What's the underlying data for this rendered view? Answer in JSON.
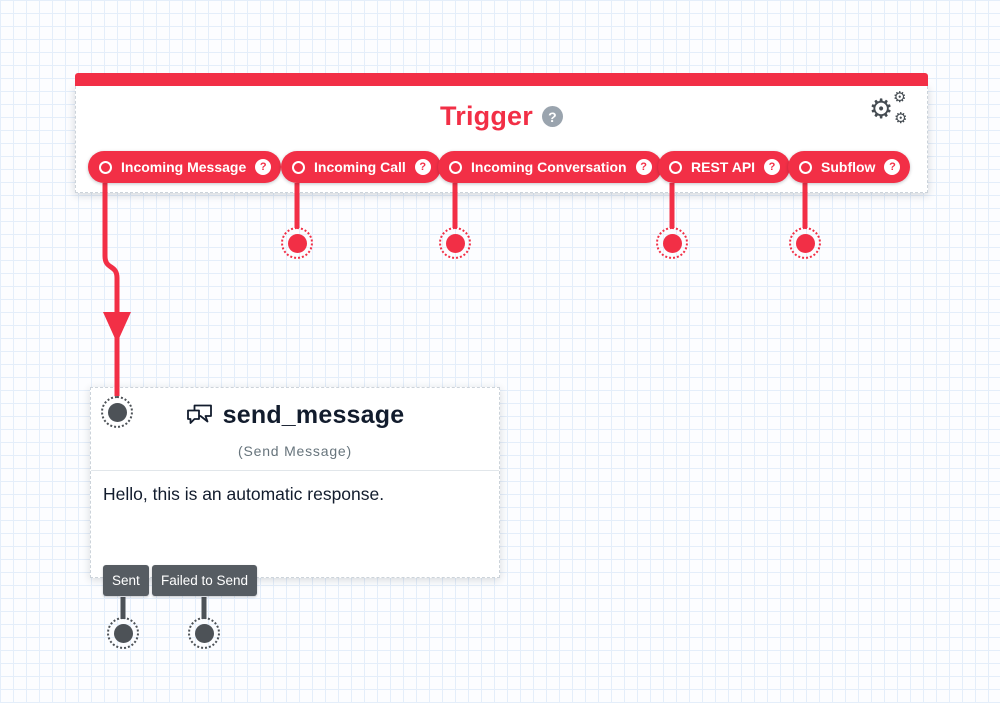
{
  "app": {
    "description": "visual flow builder canvas with Trigger widget and send_message widget"
  },
  "colors": {
    "brand_red": "#F22F46",
    "ink": "#121C2D",
    "muted_text": "#67747C",
    "tag_gray": "#565C62",
    "port_gray": "#4D5257",
    "help_badge_gray": "#9AA4AE",
    "grid_line": "#E4EEFA",
    "card_bg": "#FFFFFF"
  },
  "icons": {
    "question_glyph": "?",
    "gear_glyph": "⚙"
  },
  "trigger": {
    "title": "Trigger",
    "pills": [
      {
        "label": "Incoming Message"
      },
      {
        "label": "Incoming Call"
      },
      {
        "label": "Incoming Conversation"
      },
      {
        "label": "REST API"
      },
      {
        "label": "Subflow"
      }
    ]
  },
  "widget": {
    "name": "send_message",
    "type_label": "(Send Message)",
    "body_text": "Hello, this is an automatic response.",
    "transitions": [
      {
        "label": "Sent"
      },
      {
        "label": "Failed to Send"
      }
    ]
  }
}
